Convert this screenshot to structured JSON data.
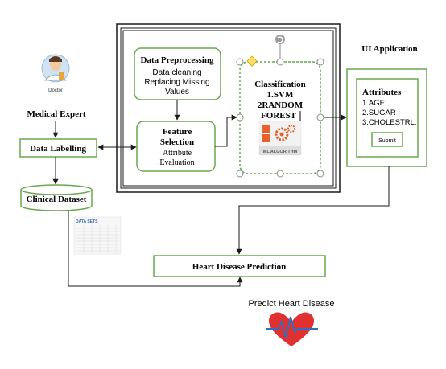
{
  "doctor_label": "Doctor",
  "medical_expert": "Medical Expert",
  "data_labelling": "Data Labelling",
  "clinical_dataset": "Clinical Dataset",
  "data_sets_label": "DATA SETS",
  "preprocessing": {
    "title": "Data Preprocessing",
    "lines": [
      "Data cleaning",
      "Replacing Missing",
      "Values"
    ]
  },
  "feature_selection": {
    "title_lines": [
      "Feature",
      "Selection"
    ],
    "lines": [
      "Attribute",
      "Evaluation"
    ]
  },
  "classification": {
    "lines": [
      "Classification",
      "1.SVM",
      "2RANDOM",
      "FOREST"
    ],
    "ml_label": "ML ALGORITHM"
  },
  "ui_application": "UI Application",
  "attributes": {
    "title": "Attributes",
    "items": [
      "1.AGE:",
      "2.SUGAR :",
      "3.CHOLESTRL:"
    ],
    "submit": "Submit"
  },
  "heart_disease_prediction": "Heart Disease Prediction",
  "predict_heart_disease": "Predict Heart Disease",
  "colors": {
    "box_green": "#6aa84f",
    "dashed_green": "#5fa94f",
    "line": "#1a1a1a",
    "heart_red": "#e03030",
    "heart_blue": "#2f6fbf",
    "gear_orange": "#e8612c"
  }
}
